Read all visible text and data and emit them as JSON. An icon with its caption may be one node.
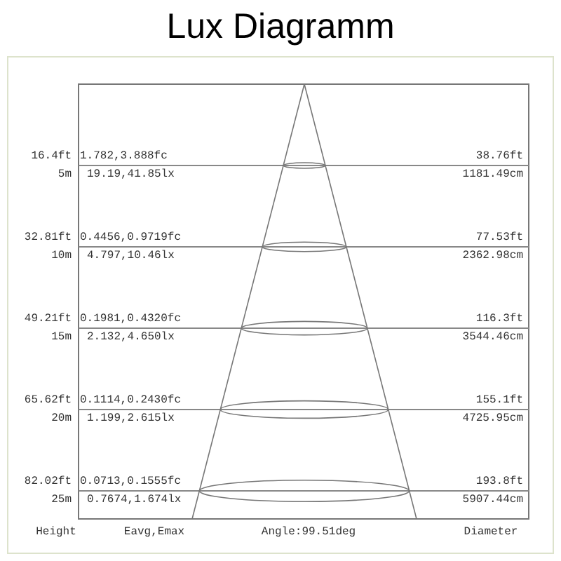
{
  "diagram": {
    "title": "Lux Diagramm",
    "labels": [
      "16.4ft",
      "1.782,3.888fc",
      "38.76ft",
      "5m",
      "19.19,41.85lx",
      "1181.49cm",
      "32.81ft",
      "0.4456,0.9719fc",
      "77.53ft",
      "10m",
      "4.797,10.46lx",
      "2362.98cm",
      "49.21ft",
      "0.1981,0.4320fc",
      "116.3ft",
      "15m",
      "2.132,4.650lx",
      "3544.46cm",
      "65.62ft",
      "0.1114,0.2430fc",
      "155.1ft",
      "20m",
      "1.199,2.615lx",
      "4725.95cm",
      "82.02ft",
      "0.0713,0.1555fc",
      "193.8ft",
      "25m",
      "0.7674,1.674lx",
      "5907.44cm",
      "Height",
      "Eavg,Emax",
      "Angle:99.51deg",
      "Diameter"
    ]
  }
}
